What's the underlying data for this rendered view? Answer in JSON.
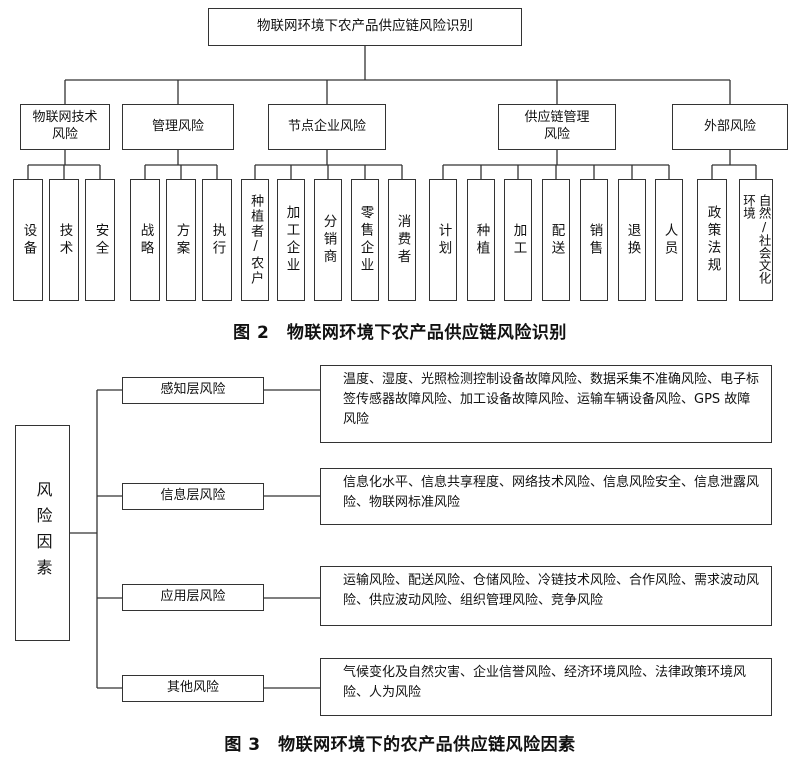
{
  "fig2": {
    "root": "物联网环境下农产品供应链风险识别",
    "categories": [
      {
        "label": "物联网技术风险",
        "items": [
          "设备",
          "技术",
          "安全"
        ]
      },
      {
        "label": "管理风险",
        "items": [
          "战略",
          "方案",
          "执行"
        ]
      },
      {
        "label": "节点企业风险",
        "items": [
          "种植者/农户",
          "加工企业",
          "分销商",
          "零售企业",
          "消费者"
        ]
      },
      {
        "label": "供应链管理风险",
        "items": [
          "计划",
          "种植",
          "加工",
          "配送",
          "销售",
          "退换",
          "人员"
        ]
      },
      {
        "label": "外部风险",
        "items": [
          "政策法规",
          "自然/社会文化环境"
        ]
      }
    ],
    "caption": "图 2　物联网环境下农产品供应链风险识别"
  },
  "fig3": {
    "root": "风险因素",
    "layers": [
      {
        "label": "感知层风险",
        "details": "温度、湿度、光照检测控制设备故障风险、数据采集不准确风险、电子标签传感器故障风险、加工设备故障风险、运输车辆设备风险、GPS 故障风险"
      },
      {
        "label": "信息层风险",
        "details": "信息化水平、信息共享程度、网络技术风险、信息风险安全、信息泄露风险、物联网标准风险"
      },
      {
        "label": "应用层风险",
        "details": "运输风险、配送风险、仓储风险、冷链技术风险、合作风险、需求波动风险、供应波动风险、组织管理风险、竞争风险"
      },
      {
        "label": "其他风险",
        "details": "气候变化及自然灾害、企业信誉风险、经济环境风险、法律政策环境风险、人为风险"
      }
    ],
    "caption": "图 3　物联网环境下的农产品供应链风险因素"
  }
}
